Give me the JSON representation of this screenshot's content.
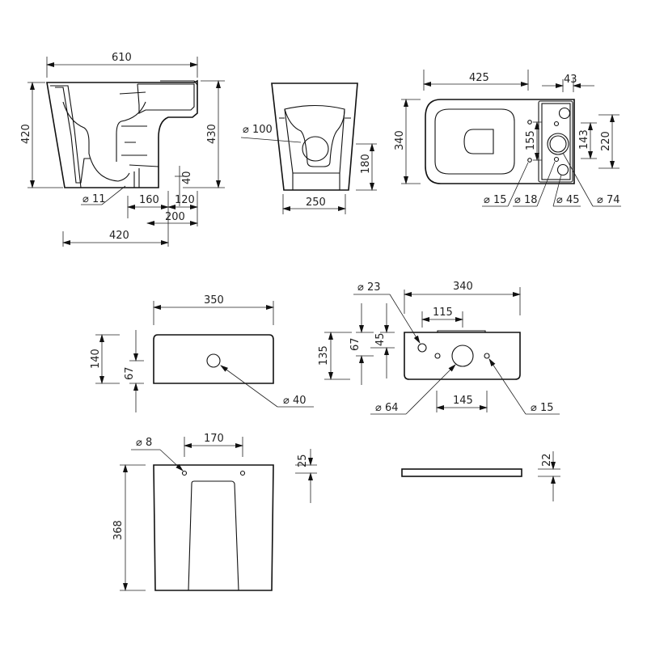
{
  "drawing": {
    "side_view": {
      "overall_length": "610",
      "height_front": "420",
      "height_rear": "430",
      "trap_diameter": "⌀ 11",
      "outlet_height": "40",
      "dim_160": "160",
      "dim_120": "120",
      "dim_200": "200",
      "base_length": "420"
    },
    "front_view": {
      "outlet_diameter": "⌀ 100",
      "outlet_height": "180",
      "base_width": "250"
    },
    "top_view": {
      "bowl_length": "425",
      "tank_offset": "43",
      "width": "340",
      "hole_spacing": "155",
      "dim_143": "143",
      "dim_220": "220",
      "hole_15": "⌀ 15",
      "hole_18": "⌀ 18",
      "hole_45": "⌀ 45",
      "hole_74": "⌀ 74"
    },
    "tank_lid_view": {
      "width": "350",
      "height": "140",
      "hole_height": "67",
      "hole_diameter": "⌀ 40"
    },
    "tank_base_view": {
      "width": "340",
      "height": "135",
      "dim_67": "67",
      "dim_45": "45",
      "dim_115": "115",
      "dim_145": "145",
      "hole_23": "⌀ 23",
      "hole_64": "⌀ 64",
      "hole_15": "⌀ 15"
    },
    "back_view": {
      "hole_diameter": "⌀ 8",
      "hole_spacing": "170",
      "height": "368",
      "hole_offset": "25"
    },
    "seat_profile": {
      "thickness": "22"
    }
  }
}
